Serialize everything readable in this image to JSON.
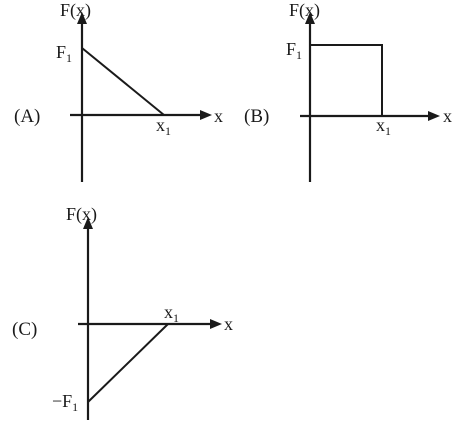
{
  "panels": {
    "A": {
      "tag": "(A)",
      "y_axis_label": "F(x)",
      "x_axis_label": "x",
      "y_tick": {
        "text": "F",
        "sub": "1"
      },
      "x_tick": {
        "text": "x",
        "sub": "1"
      }
    },
    "B": {
      "tag": "(B)",
      "y_axis_label": "F(x)",
      "x_axis_label": "x",
      "y_tick": {
        "text": "F",
        "sub": "1"
      },
      "x_tick": {
        "text": "x",
        "sub": "1"
      }
    },
    "C": {
      "tag": "(C)",
      "y_axis_label": "F(x)",
      "x_axis_label": "x",
      "y_tick": {
        "text": "−F",
        "sub": "1"
      },
      "x_tick": {
        "text": "x",
        "sub": "1"
      }
    }
  }
}
